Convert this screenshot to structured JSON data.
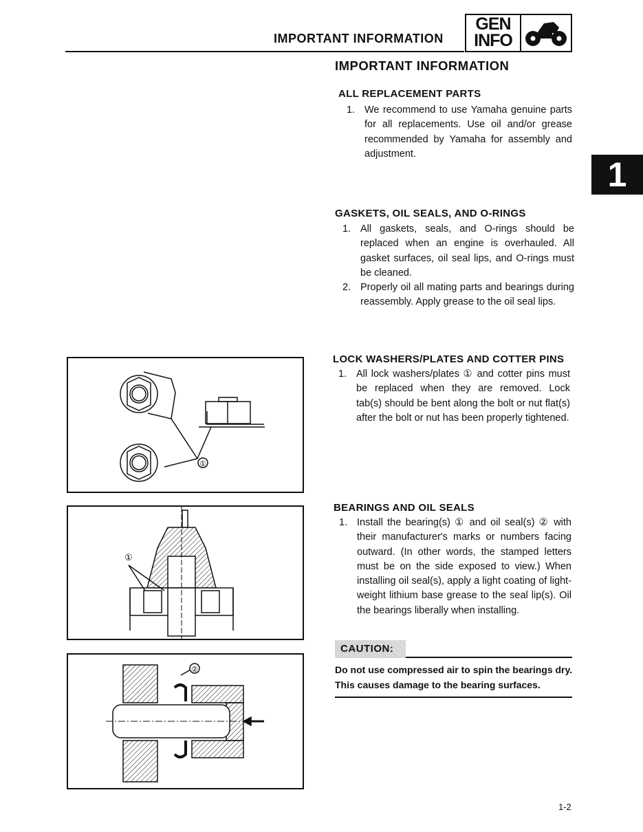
{
  "header": {
    "running_title": "IMPORTANT INFORMATION",
    "badge_line1": "GEN",
    "badge_line2": "INFO",
    "badge_icon": "atv-icon"
  },
  "chapter_tab": "1",
  "title": "IMPORTANT INFORMATION",
  "sections": [
    {
      "heading": "ALL REPLACEMENT PARTS",
      "items": [
        {
          "num": "1.",
          "text": "We recommend to use Yamaha genuine parts for all replacements. Use oil and/or grease recommended by Yamaha for assembly and adjustment."
        }
      ]
    },
    {
      "heading": "GASKETS, OIL SEALS, AND O-RINGS",
      "items": [
        {
          "num": "1.",
          "text": "All gaskets, seals, and O-rings should be replaced when an engine is overhauled. All gasket surfaces, oil seal lips, and O-rings must be cleaned."
        },
        {
          "num": "2.",
          "text": "Properly oil all mating parts and bearings during reassembly. Apply grease to the oil seal lips."
        }
      ]
    },
    {
      "heading": "LOCK WASHERS/PLATES AND COTTER PINS",
      "items": [
        {
          "num": "1.",
          "text": "All lock washers/plates ① and cotter pins must be replaced when they are removed. Lock tab(s) should be bent along the bolt or nut flat(s) after the bolt or nut has been properly tightened."
        }
      ]
    },
    {
      "heading": "BEARINGS AND OIL SEALS",
      "items": [
        {
          "num": "1.",
          "text": "Install the bearing(s) ① and oil seal(s) ② with their manufacturer's marks or numbers facing outward. (In other words, the stamped letters must be on the side exposed to view.) When installing oil seal(s), apply a light coating of light-weight lithium base grease to the seal lip(s). Oil the bearings liberally when installing."
        }
      ]
    }
  ],
  "caution": {
    "label": "CAUTION:",
    "text": "Do not use compressed air to spin the bearings dry. This causes damage to the bearing surfaces."
  },
  "figures": {
    "fig1_callout": "①",
    "fig2_callout": "①",
    "fig3_callout": "②"
  },
  "page_number": "1-2"
}
